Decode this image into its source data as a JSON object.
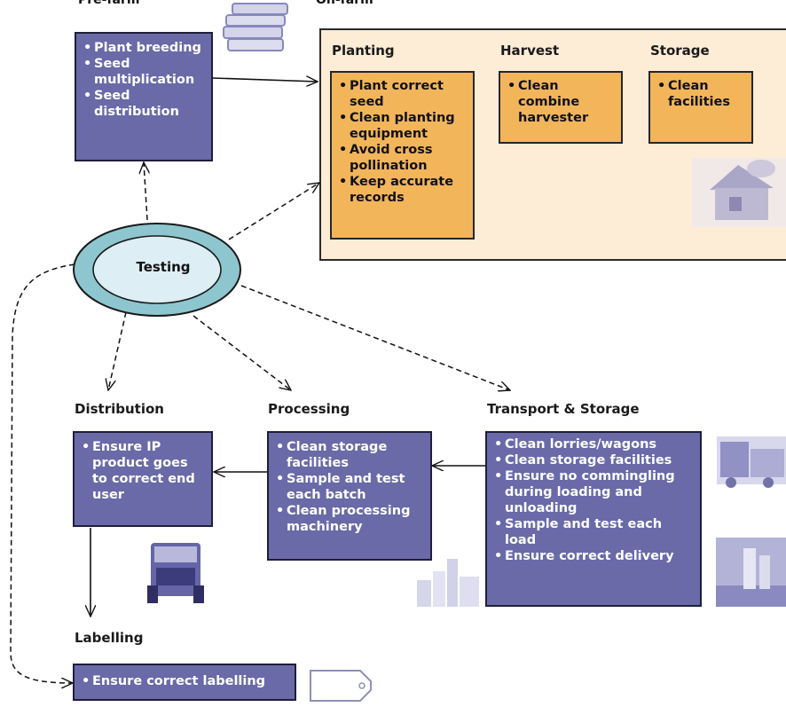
{
  "header_labels": {
    "pre_farm": "Pre-farm",
    "on_farm": "On-farm"
  },
  "pre_farm_box": {
    "items": [
      "Plant breeding",
      "Seed multiplication",
      "Seed distribution"
    ]
  },
  "on_farm": {
    "planting": {
      "title": "Planting",
      "items": [
        "Plant correct seed",
        "Clean planting equipment",
        "Avoid cross pollination",
        "Keep accurate records"
      ]
    },
    "harvest": {
      "title": "Harvest",
      "items": [
        "Clean combine harvester"
      ]
    },
    "storage": {
      "title": "Storage",
      "items": [
        "Clean facilities"
      ]
    }
  },
  "testing": {
    "label": "Testing"
  },
  "distribution": {
    "title": "Distribution",
    "items": [
      "Ensure IP product goes to correct end user"
    ]
  },
  "processing": {
    "title": "Processing",
    "items": [
      "Clean storage facilities",
      "Sample and test each batch",
      "Clean processing machinery"
    ]
  },
  "transport_storage": {
    "title": "Transport & Storage",
    "items": [
      "Clean lorries/wagons",
      "Clean storage facilities",
      "Ensure no commingling during loading and unloading",
      "Sample and test each load",
      "Ensure correct delivery"
    ]
  },
  "labelling": {
    "title": "Labelling",
    "items": [
      "Ensure correct labelling"
    ]
  },
  "colors": {
    "purple_box": "#6a6aa8",
    "orange_box": "#f3b55a",
    "panel_bg": "#fdecd6",
    "ring_outer": "#8ec6d0",
    "ring_inner": "#ddeef4"
  }
}
